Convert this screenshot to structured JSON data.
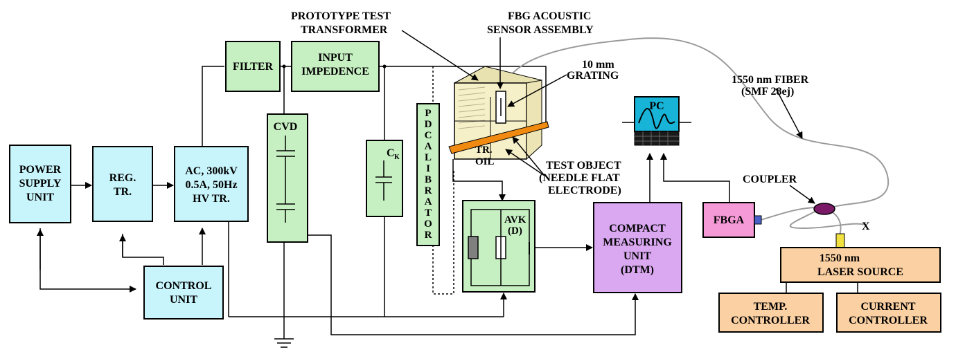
{
  "blocks": {
    "power_supply": [
      "POWER",
      "SUPPLY",
      "UNIT"
    ],
    "reg_tr": [
      "REG.",
      "TR."
    ],
    "hv_tr": [
      "AC, 300kV",
      "0.5A, 50Hz",
      "HV TR."
    ],
    "control_unit": [
      "CONTROL",
      "UNIT"
    ],
    "filter": "FILTER",
    "input_impedence": [
      "INPUT",
      "IMPEDENCE"
    ],
    "cvd": "CVD",
    "ck_main": "C",
    "ck_sub": "K",
    "pd_calibrator": [
      "P",
      "D",
      "C",
      "A",
      "L",
      "I",
      "B",
      "R",
      "A",
      "T",
      "O",
      "R"
    ],
    "avk": [
      "AVK",
      "(D)"
    ],
    "compact_measuring": [
      "COMPACT",
      "MEASURING",
      "UNIT",
      "(DTM)"
    ],
    "pc": "PC",
    "fbga": "FBGA",
    "laser_source": [
      "1550 nm",
      "LASER SOURCE"
    ],
    "temp_controller": [
      "TEMP.",
      "CONTROLLER"
    ],
    "current_controller": [
      "CURRENT",
      "CONTROLLER"
    ]
  },
  "annotations": {
    "prototype": [
      "PROTOTYPE TEST",
      "TRANSFORMER"
    ],
    "fbg_sensor": [
      "FBG ACOUSTIC",
      "SENSOR ASSEMBLY"
    ],
    "grating": [
      "10 mm",
      "GRATING"
    ],
    "fiber": [
      "1550 nm FIBER",
      "(SMF 28ej)"
    ],
    "test_object": [
      "TEST OBJECT",
      "(NEEDLE FLAT",
      "ELECTRODE)"
    ],
    "coupler": "COUPLER",
    "tr_oil": [
      "TR.",
      "OIL"
    ],
    "x_end": "X"
  },
  "colors": {
    "blue_block": "#c8f5fb",
    "green_block": "#c6efc2",
    "orange_block": "#fbd0a2",
    "purple_block": "#d9a8f0",
    "pink_block": "#f59ad6",
    "tank_fill": "#f6f0c8",
    "electrode": "#f08a10",
    "pc_screen": "#18b4d8"
  }
}
